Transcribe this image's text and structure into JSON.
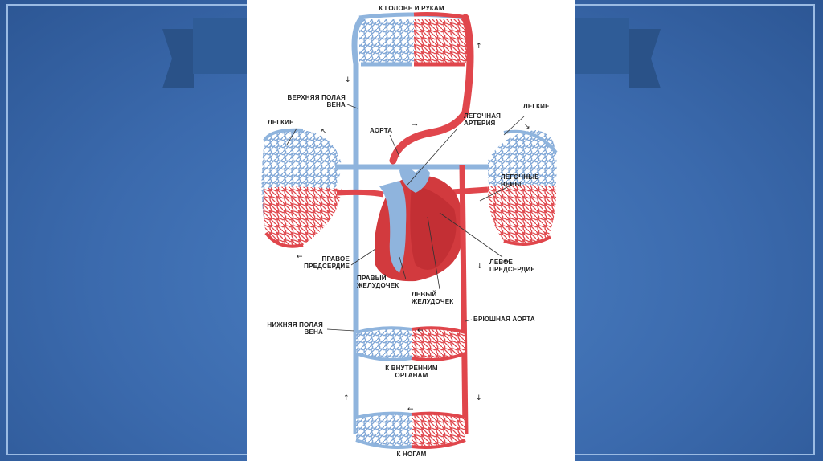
{
  "labels": {
    "head": "К ГОЛОВЕ И РУКАМ",
    "svc_line1": "ВЕРХНЯЯ ПОЛАЯ",
    "svc_line2": "ВЕНА",
    "lungs_left": "ЛЕГКИЕ",
    "lungs_right": "ЛЕГКИЕ",
    "aorta": "АОРТА",
    "pa_line1": "ЛЕГОЧНАЯ",
    "pa_line2": "АРТЕРИЯ",
    "pv_line1": "ЛЕГОЧНЫЕ",
    "pv_line2": "ВЕНЫ",
    "ra_line1": "ПРАВОЕ",
    "ra_line2": "ПРЕДСЕРДИЕ",
    "rv_line1": "ПРАВЫЙ",
    "rv_line2": "ЖЕЛУДОЧЕК",
    "la_line1": "ЛЕВОЕ",
    "la_line2": "ПРЕДСЕРДИЕ",
    "lv_line1": "ЛЕВЫЙ",
    "lv_line2": "ЖЕЛУДОЧЕК",
    "ivc_line1": "НИЖНЯЯ ПОЛАЯ",
    "ivc_line2": "ВЕНА",
    "abd_aorta": "БРЮШНАЯ АОРТА",
    "organs_line1": "К ВНУТРЕННИМ",
    "organs_line2": "ОРГАНАМ",
    "legs": "К НОГАМ"
  },
  "colors": {
    "venous": "#8fb4dd",
    "arterial": "#e0464c",
    "heart": "#d23a3e",
    "slide_bg": "#3b6aad"
  }
}
